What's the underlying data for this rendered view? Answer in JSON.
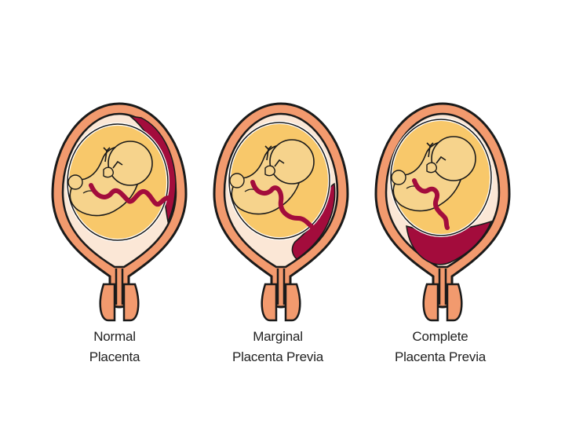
{
  "figure": {
    "panels": [
      {
        "id": "normal",
        "line1": "Normal",
        "line2": "Placenta",
        "placenta_position": "upper-right wall"
      },
      {
        "id": "marginal",
        "line1": "Marginal",
        "line2": "Placenta Previa",
        "placenta_position": "lower wall, edge of cervix"
      },
      {
        "id": "complete",
        "line1": "Complete",
        "line2": "Placenta Previa",
        "placenta_position": "covering cervix"
      }
    ]
  },
  "colors": {
    "uterus_wall": "#f29a6e",
    "outline": "#1a1a1a",
    "amniotic_fluid": "#f8c86a",
    "fetus": "#f6d38c",
    "placenta": "#a30c3c",
    "cord": "#a30c3c"
  }
}
